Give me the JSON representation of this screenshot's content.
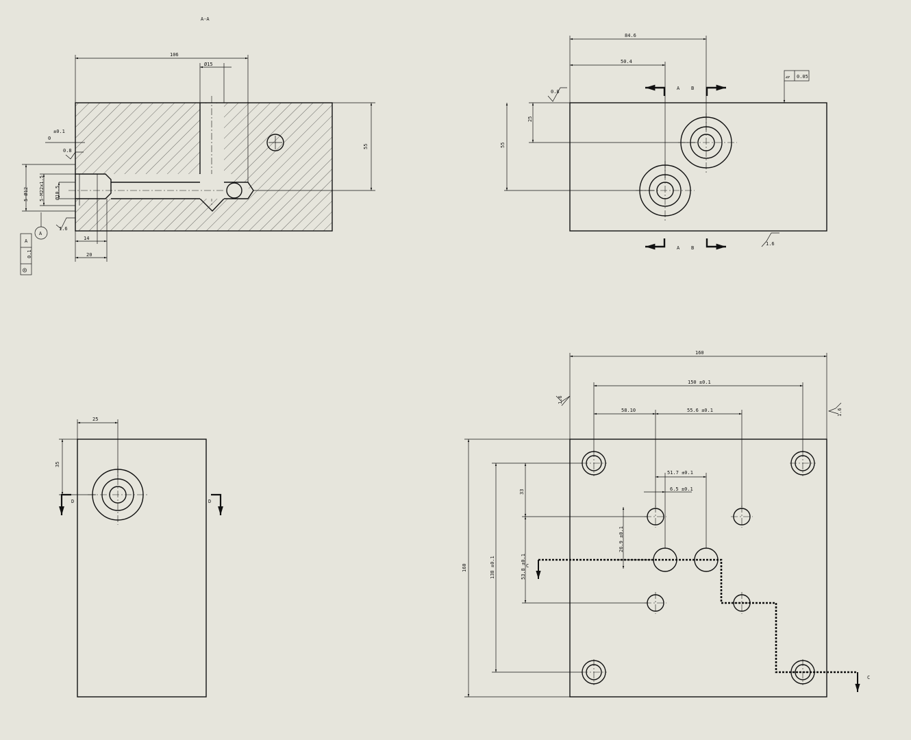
{
  "section_view": {
    "title": "A-A",
    "dims": {
      "width": "106",
      "bore_dia": "Ø15",
      "height": "55",
      "tol": "±0.1",
      "tol_lower": "0",
      "port_outer": "5-Ø12",
      "port_thread": "5-M22x1.5",
      "port_inner": "Ø10.5",
      "depth1": "14",
      "depth2": "20"
    },
    "roughness": [
      "0.8",
      "1.6"
    ],
    "datum": "A",
    "fcf": {
      "symbol": "◎",
      "value": "0.1",
      "datum": "A"
    }
  },
  "front_view": {
    "dims": {
      "width": "84.6",
      "offset": "50.4",
      "z1": "25",
      "z2": "55"
    },
    "roughness": [
      "0.8",
      "1.6"
    ],
    "flatness": {
      "symbol": "▱",
      "value": "0.05"
    },
    "section_labels": [
      "A",
      "B"
    ]
  },
  "side_view": {
    "dims": {
      "x": "25",
      "y": "35"
    },
    "section_label": "D"
  },
  "plan_view": {
    "dims": {
      "overall_w": "160",
      "holes_w": "150 ±0.1",
      "x1": "58.10",
      "x2": "55.6 ±0.1",
      "x3": "51.7 ±0.1",
      "x4": "6.5 ±0.1",
      "height": "160",
      "holes_h": "138 ±0.1",
      "y1": "33",
      "y2": "53.8 ±0.1",
      "y3": "26.9 ±0.1"
    },
    "roughness": [
      "1.6",
      "1.6"
    ],
    "section_label": "C"
  }
}
